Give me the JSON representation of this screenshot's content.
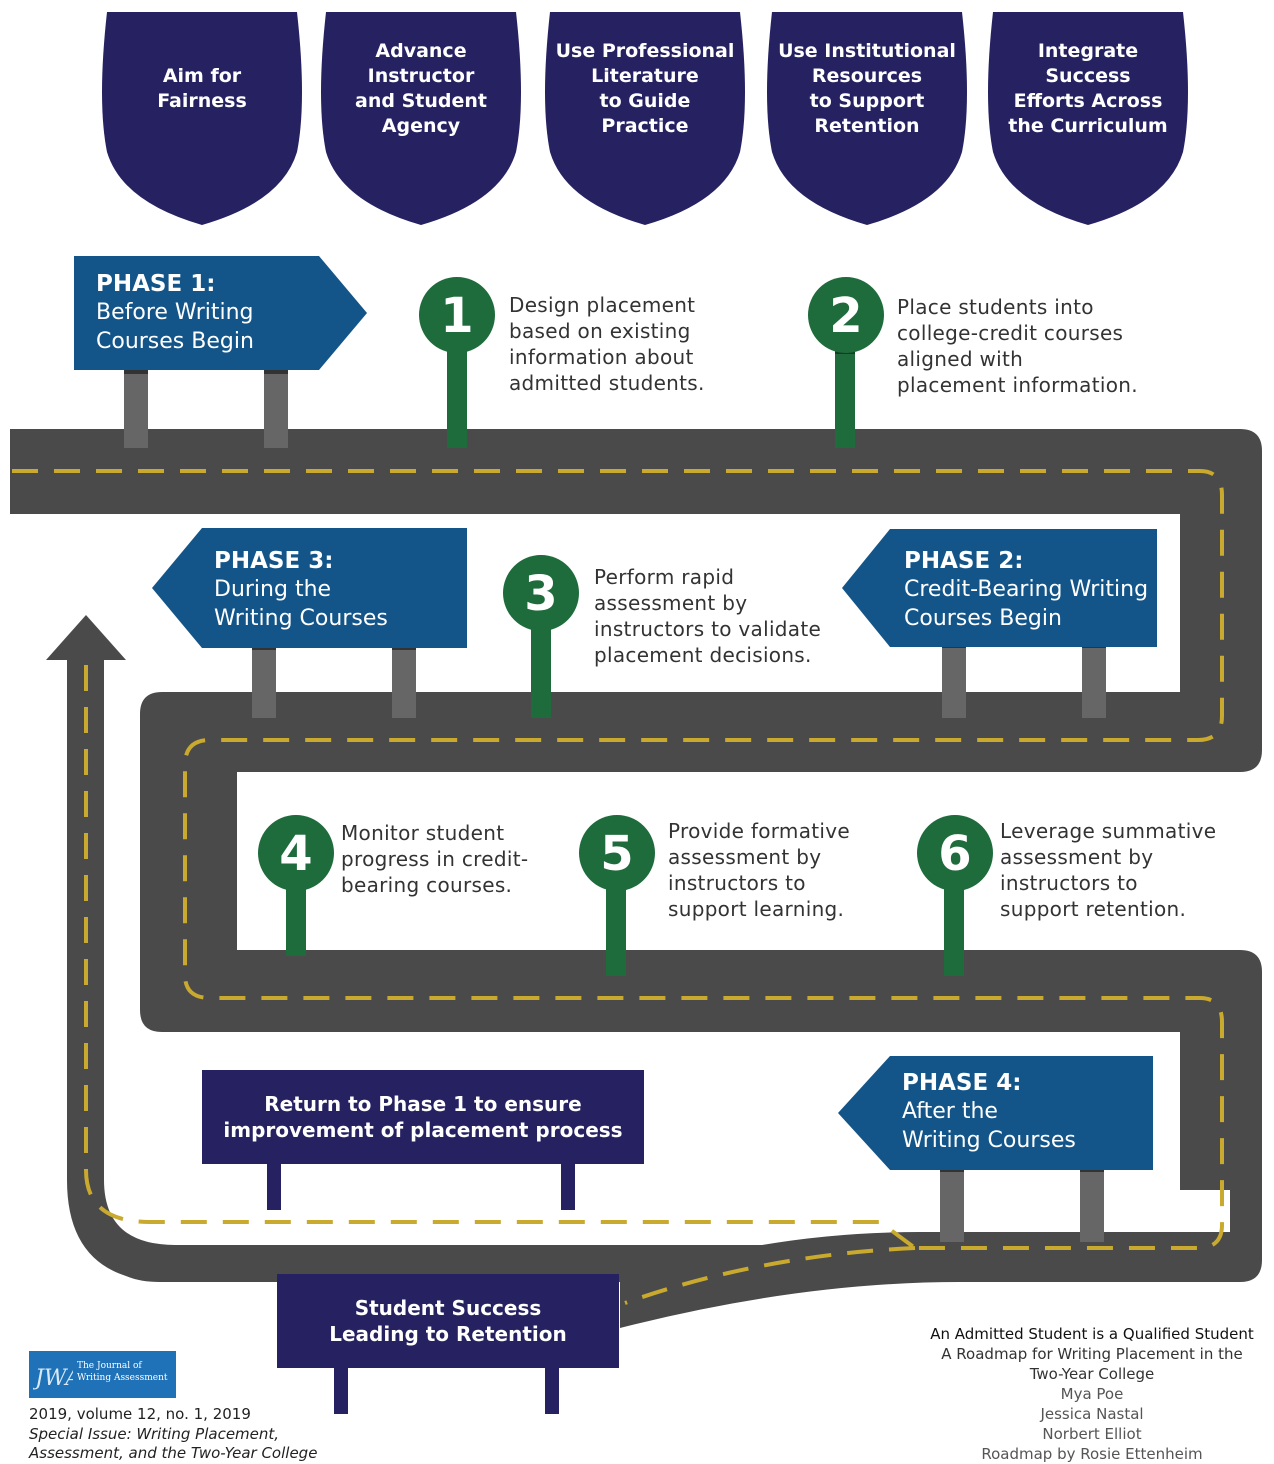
{
  "shields": [
    {
      "label": "Aim for\nFairness"
    },
    {
      "label": "Advance\nInstructor\nand Student\nAgency"
    },
    {
      "label": "Use Professional\nLiterature\nto Guide\nPractice"
    },
    {
      "label": "Use Institutional\nResources\nto Support\nRetention"
    },
    {
      "label": "Integrate\nSuccess\nEfforts Across\nthe Curriculum"
    }
  ],
  "phases": {
    "p1": {
      "title": "PHASE 1:",
      "subtitle": "Before Writing\nCourses Begin"
    },
    "p2": {
      "title": "PHASE 2:",
      "subtitle": "Credit-Bearing Writing\nCourses Begin"
    },
    "p3": {
      "title": "PHASE 3:",
      "subtitle": "During the\nWriting Courses"
    },
    "p4": {
      "title": "PHASE 4:",
      "subtitle": "After the\nWriting Courses"
    }
  },
  "milestones": [
    {
      "number": "1",
      "text": "Design placement\nbased on existing\ninformation about\nadmitted students."
    },
    {
      "number": "2",
      "text": "Place students into\ncollege-credit courses\naligned with\nplacement information."
    },
    {
      "number": "3",
      "text": "Perform rapid\nassessment by\ninstructors to validate\nplacement decisions."
    },
    {
      "number": "4",
      "text": "Monitor student\nprogress in credit-\nbearing courses."
    },
    {
      "number": "5",
      "text": "Provide formative\nassessment by\ninstructors to\nsupport learning."
    },
    {
      "number": "6",
      "text": "Leverage summative\nassessment by\ninstructors to\nsupport retention."
    }
  ],
  "signs": {
    "return": "Return to Phase 1 to ensure\nimprovement of placement process",
    "success": "Student Success\nLeading to Retention"
  },
  "journal": {
    "logo_text": "The Journal of\nWriting Assessment",
    "issue": "2019, volume 12, no. 1, 2019",
    "special": "Special Issue: Writing Placement,\nAssessment, and the Two-Year College"
  },
  "credits": {
    "title": "An Admitted Student is a Qualified Student",
    "subtitle": "A Roadmap for Writing Placement in the\nTwo-Year College",
    "author1": "Mya Poe",
    "author2": "Jessica Nastal",
    "author3": "Norbert Elliot",
    "roadmap": "Roadmap by Rosie Ettenheim"
  },
  "colors": {
    "navy": "#262262",
    "phase_blue": "#135589",
    "milestone_green": "#1e6b3c",
    "road": "#4a4a4a",
    "dash": "#c9a92e",
    "post_gray": "#666666"
  }
}
